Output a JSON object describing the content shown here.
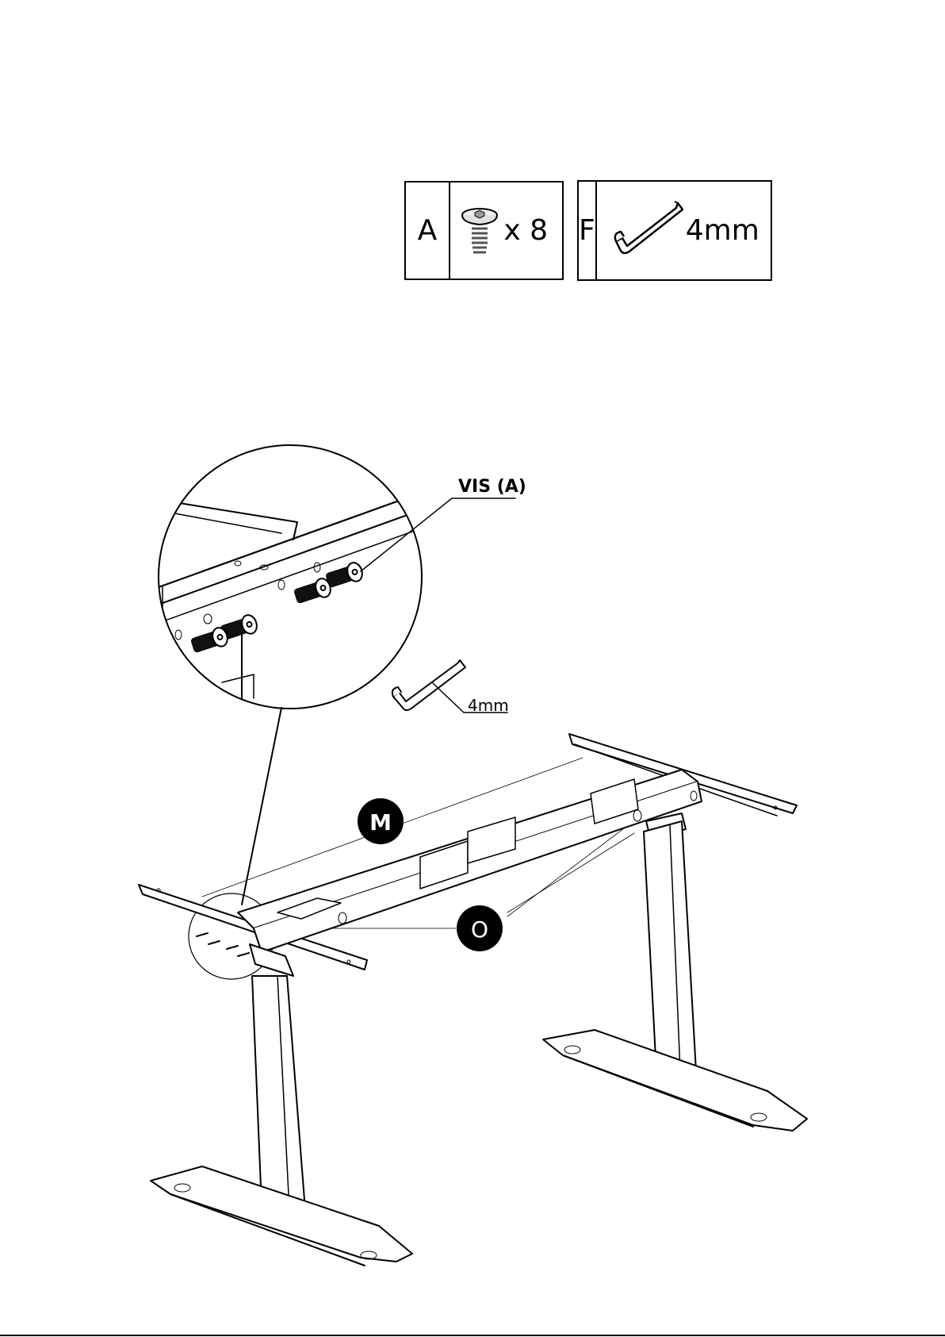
{
  "parts": {
    "screw": {
      "letter": "A",
      "quantity": "x 8",
      "icon": "bolt-icon"
    },
    "hex_key": {
      "letter": "F",
      "size": "4mm",
      "icon": "hex-key-icon"
    }
  },
  "diagram": {
    "callout_screw": "VIS (A)",
    "callout_hex_key": "4mm",
    "marker_m": "M",
    "marker_o": "O"
  }
}
